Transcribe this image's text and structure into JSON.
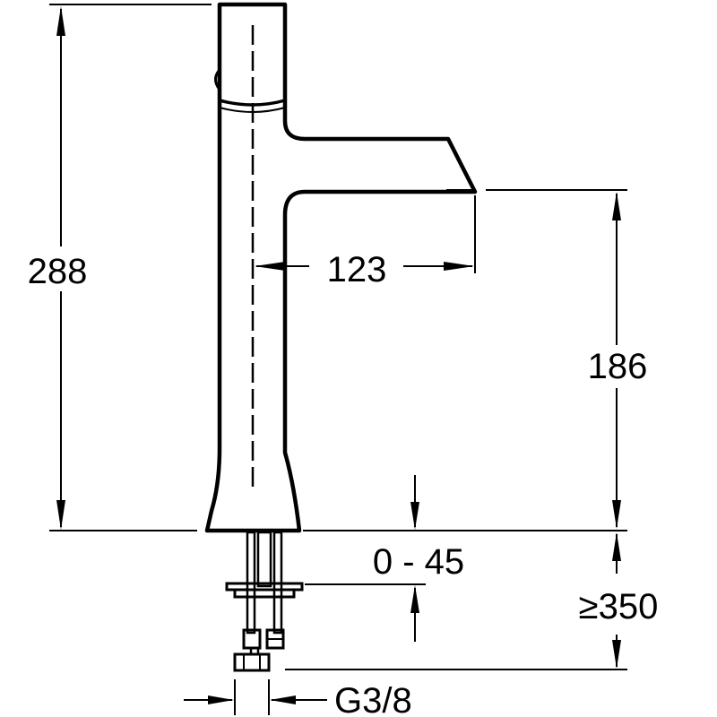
{
  "dimensions": {
    "total_height": "288",
    "spout_reach": "123",
    "spout_height": "186",
    "deck_thickness": "0 - 45",
    "flexible_hose_length": "≥350",
    "connection_thread": "G3/8"
  }
}
